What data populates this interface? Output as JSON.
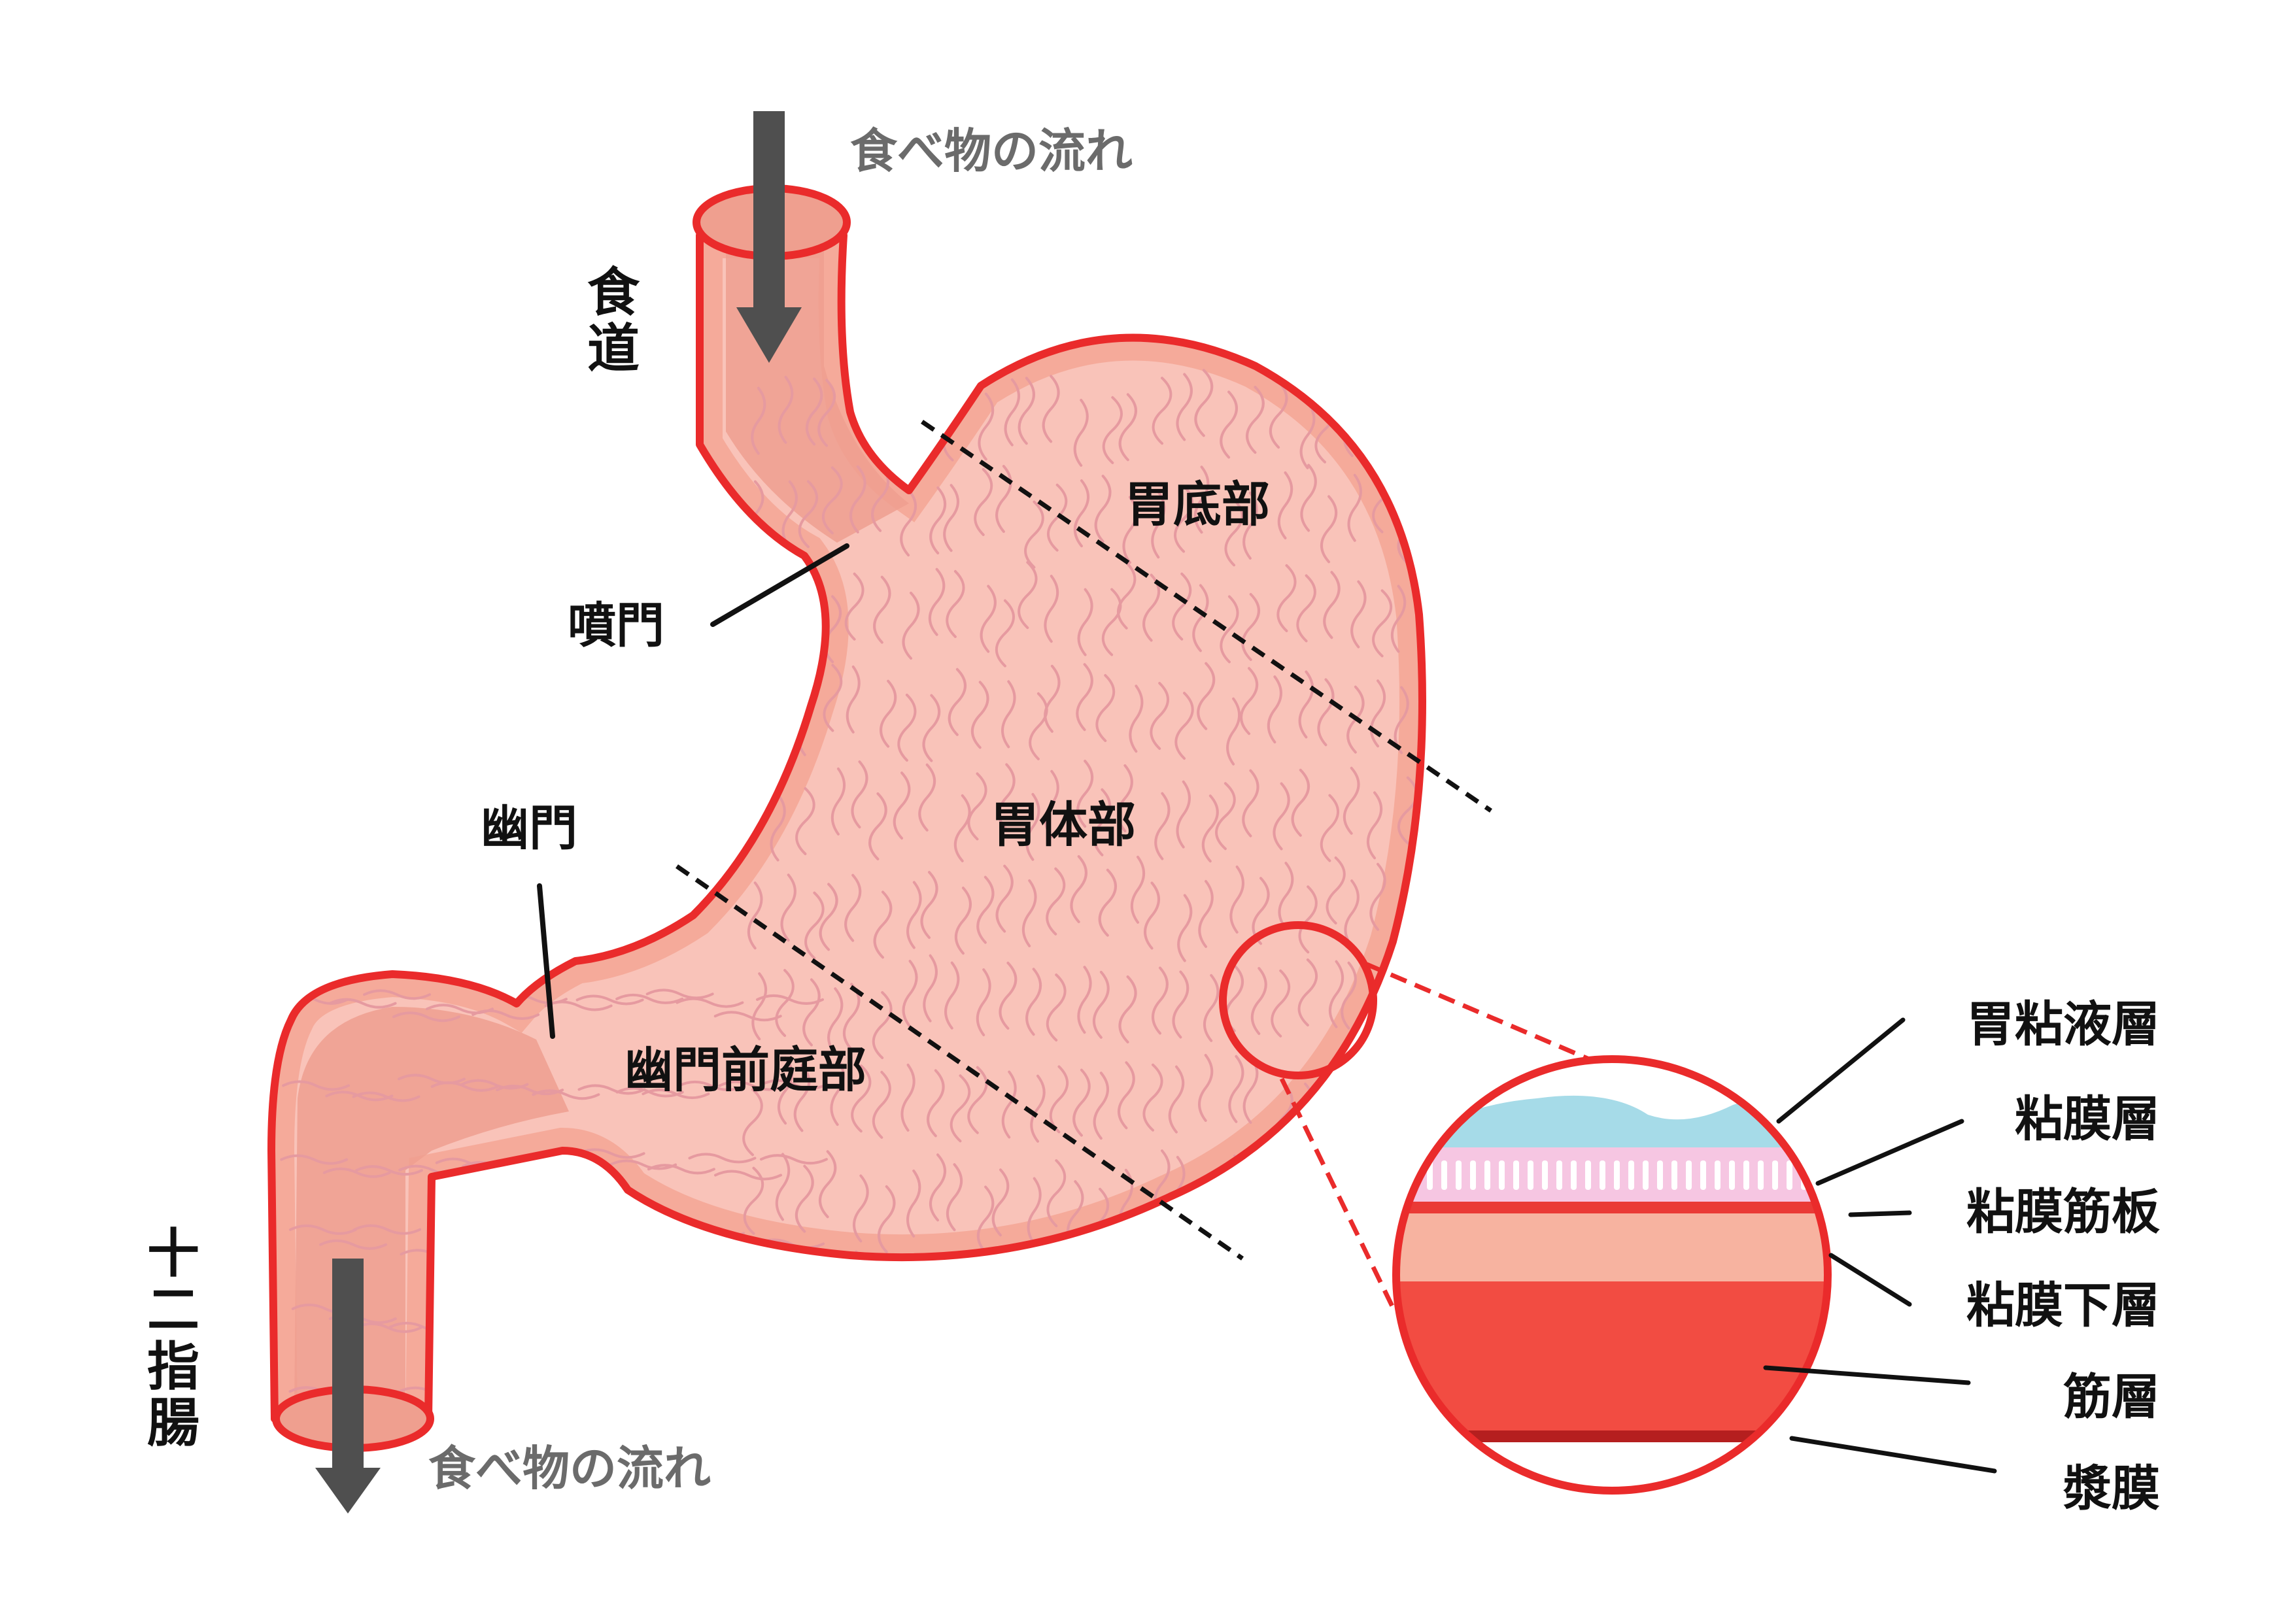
{
  "colors": {
    "outline": "#ea2b2b",
    "stomach_fill": "#f9c3b9",
    "stomach_rim": "#f5aa9a",
    "tube_inner": "#ef9f8f",
    "fold_lines": "#e69aa0",
    "arrow": "#4f4f4f",
    "flow_text": "#6b6b6b",
    "label_text": "#111111",
    "mucus": "#a6dbe8",
    "mucosa": "#f6c6e2",
    "muscularis_mucosae": "#ea3a36",
    "submucosa": "#f7b3a0",
    "muscle": "#f24c42",
    "serosa": "#b51f1f"
  },
  "labels": {
    "flow_top": "食べ物の流れ",
    "flow_bottom": "食べ物の流れ",
    "esophagus": "食道",
    "duodenum": "十二指腸",
    "cardia": "噴門",
    "pylorus": "幽門",
    "fundus": "胃底部",
    "body": "胃体部",
    "antrum": "幽門前庭部"
  },
  "layers": {
    "items": [
      {
        "key": "mucus",
        "label": "胃粘液層"
      },
      {
        "key": "mucosa",
        "label": "粘膜層"
      },
      {
        "key": "muscularis_mucosae",
        "label": "粘膜筋板"
      },
      {
        "key": "submucosa",
        "label": "粘膜下層"
      },
      {
        "key": "muscle",
        "label": "筋層"
      },
      {
        "key": "serosa",
        "label": "漿膜"
      }
    ]
  }
}
